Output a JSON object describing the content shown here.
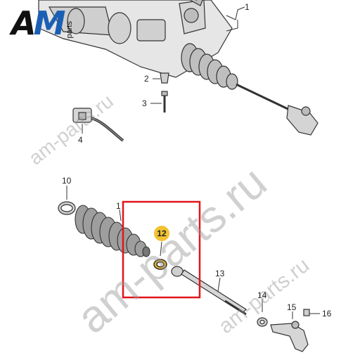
{
  "logo": {
    "mark_a": "A",
    "mark_m": "M",
    "sub": "parts"
  },
  "watermark": "am-parts.ru",
  "callouts": {
    "c1_top": "1",
    "c2": "2",
    "c3": "3",
    "c4": "4",
    "c10": "10",
    "c1_boot": "1",
    "c12": "12",
    "c13": "13",
    "c14": "14",
    "c15": "15",
    "c16": "16"
  },
  "colors": {
    "highlight_box": "#e0161b",
    "badge": "#f2c230",
    "part_stroke": "#333333",
    "part_fill": "#d9d9d9"
  }
}
